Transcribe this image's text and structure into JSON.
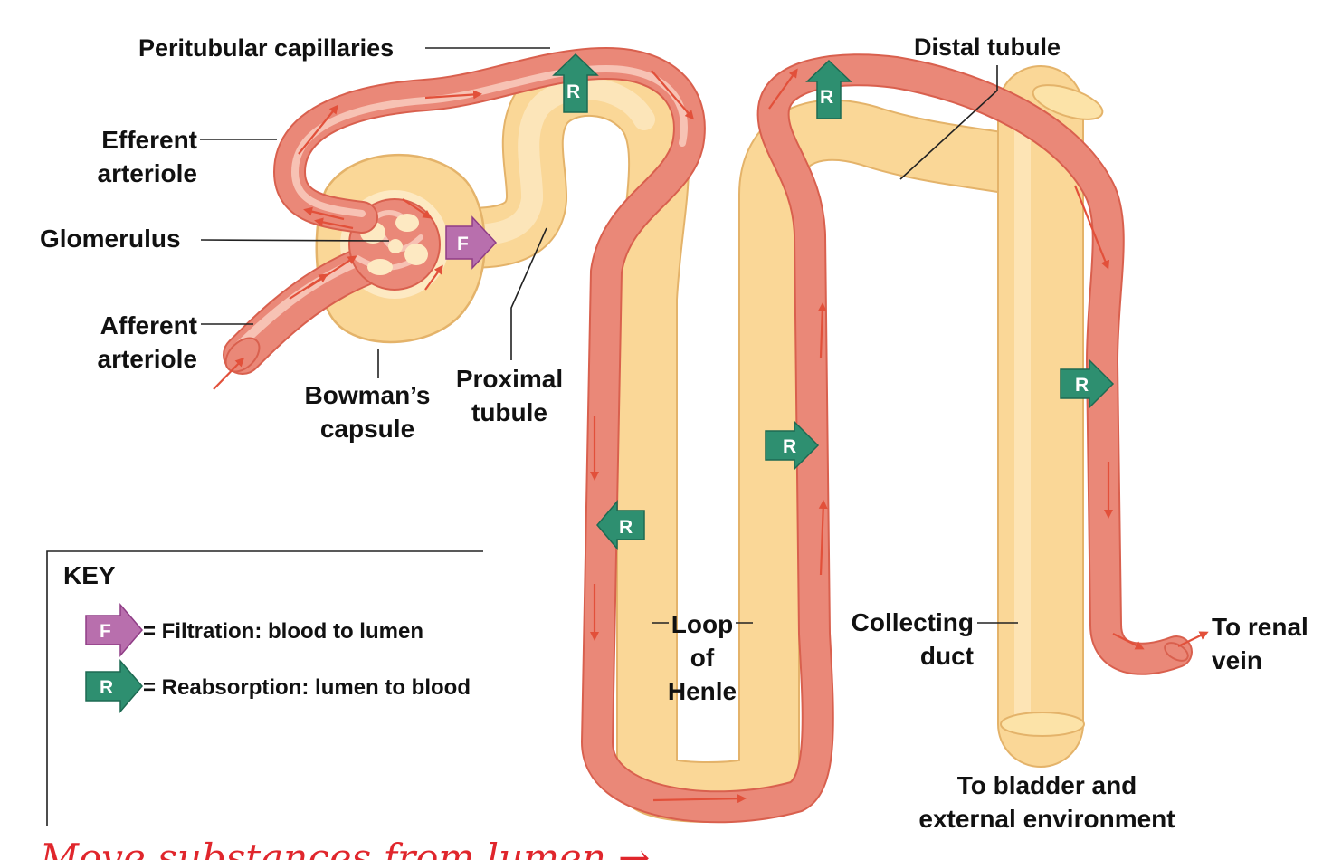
{
  "labels": {
    "peritubular_capillaries": "Peritubular capillaries",
    "distal_tubule": "Distal tubule",
    "efferent_arteriole": [
      "Efferent",
      "arteriole"
    ],
    "glomerulus": "Glomerulus",
    "afferent_arteriole": [
      "Afferent",
      "arteriole"
    ],
    "bowmans_capsule": [
      "Bowman’s",
      "capsule"
    ],
    "proximal_tubule": [
      "Proximal",
      "tubule"
    ],
    "loop_of_henle": [
      "Loop",
      "of",
      "Henle"
    ],
    "collecting_duct": [
      "Collecting",
      "duct"
    ],
    "to_renal_vein": [
      "To renal",
      "vein"
    ],
    "to_bladder": [
      "To bladder and",
      "external environment"
    ]
  },
  "key": {
    "title": "KEY",
    "filtration": {
      "badge": "F",
      "text": "= Filtration: blood to lumen"
    },
    "reabsorption": {
      "badge": "R",
      "text": "= Reabsorption: lumen to blood"
    }
  },
  "badges": {
    "filtration": "F",
    "reabsorption": "R"
  },
  "handwriting": "Move substances from lumen →",
  "colors": {
    "vessel": "#ea8878",
    "vessel_highlight": "#f7c2b4",
    "vessel_edge": "#d9604e",
    "flow_arrow": "#e2503a",
    "tubule": "#fad797",
    "tubule_light": "#fde9c2",
    "tubule_edge": "#e4b36a",
    "filtration": "#b86fad",
    "reabsorption": "#2e8f70",
    "handwriting": "#e0262c"
  }
}
